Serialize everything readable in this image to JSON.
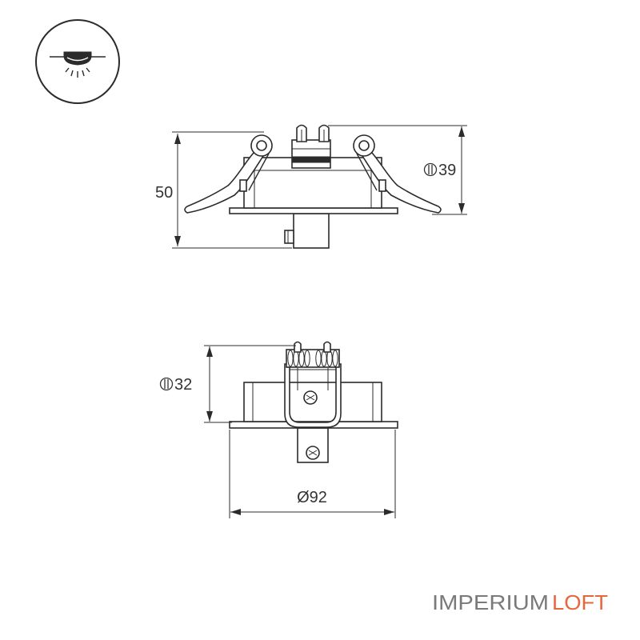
{
  "icon": {
    "name": "recessed-downlight-icon"
  },
  "side_view": {
    "height_label": "50",
    "recess_label": "39",
    "recess_symbol": "cutout-depth-icon"
  },
  "front_view": {
    "recess_label": "32",
    "recess_symbol": "cutout-depth-icon",
    "diameter_label": "Ø92"
  },
  "logo": {
    "part1": "IMPERIUM",
    "part2": "LOFT",
    "color1": "#7a7a7a",
    "color2": "#e8663c"
  },
  "colors": {
    "line": "#2b2b2b",
    "background": "#ffffff"
  }
}
